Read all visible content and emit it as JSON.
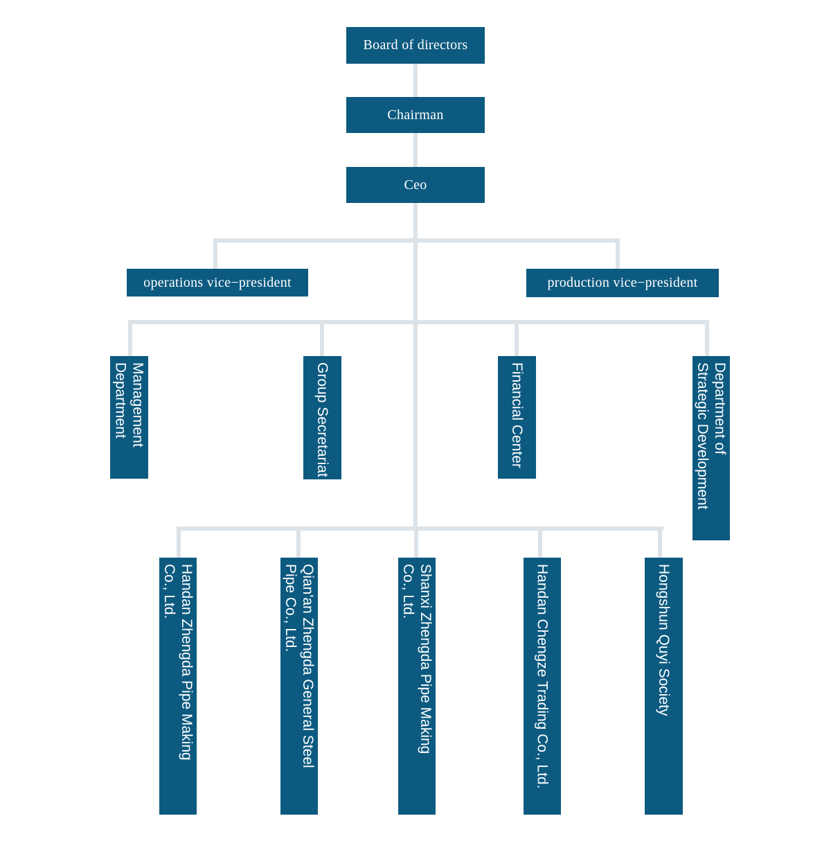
{
  "palette": {
    "box_fill": "#0d5a80",
    "box_text": "#ffffff",
    "connector": "#dce3e8",
    "background": "#ffffff"
  },
  "nodes": {
    "board": {
      "label": "Board of directors"
    },
    "chairman": {
      "label": "Chairman",
      "reports_to": "board"
    },
    "ceo": {
      "label": "Ceo",
      "reports_to": "chairman"
    },
    "operations_vp": {
      "label": "operations vice−president",
      "reports_to": "ceo"
    },
    "production_vp": {
      "label": "production vice−president",
      "reports_to": "ceo"
    },
    "management_department": {
      "label": [
        "Management",
        "Department"
      ],
      "reports_to": "ceo"
    },
    "group_secretariat": {
      "label": "Group Secretariat",
      "reports_to": "ceo"
    },
    "financial_center": {
      "label": "Financial Center",
      "reports_to": "ceo"
    },
    "strategic_development": {
      "label": [
        "Department of",
        "Strategic Development"
      ],
      "reports_to": "ceo"
    },
    "handan_zhengda": {
      "label": [
        "Handan Zhengda Pipe Making",
        "Co., Ltd."
      ],
      "reports_to": "ceo"
    },
    "qianan_zhengda": {
      "label": [
        "Qian'an Zhengda General Steel",
        "Pipe Co., Ltd."
      ],
      "reports_to": "ceo"
    },
    "shanxi_zhengda": {
      "label": [
        "Shanxi Zhengda Pipe Making",
        "Co., Ltd."
      ],
      "reports_to": "ceo"
    },
    "handan_chengze": {
      "label": "Handan Chengze Trading Co., Ltd.",
      "reports_to": "ceo"
    },
    "hongshun": {
      "label": "Hongshun Quyi Society",
      "reports_to": "ceo"
    }
  }
}
